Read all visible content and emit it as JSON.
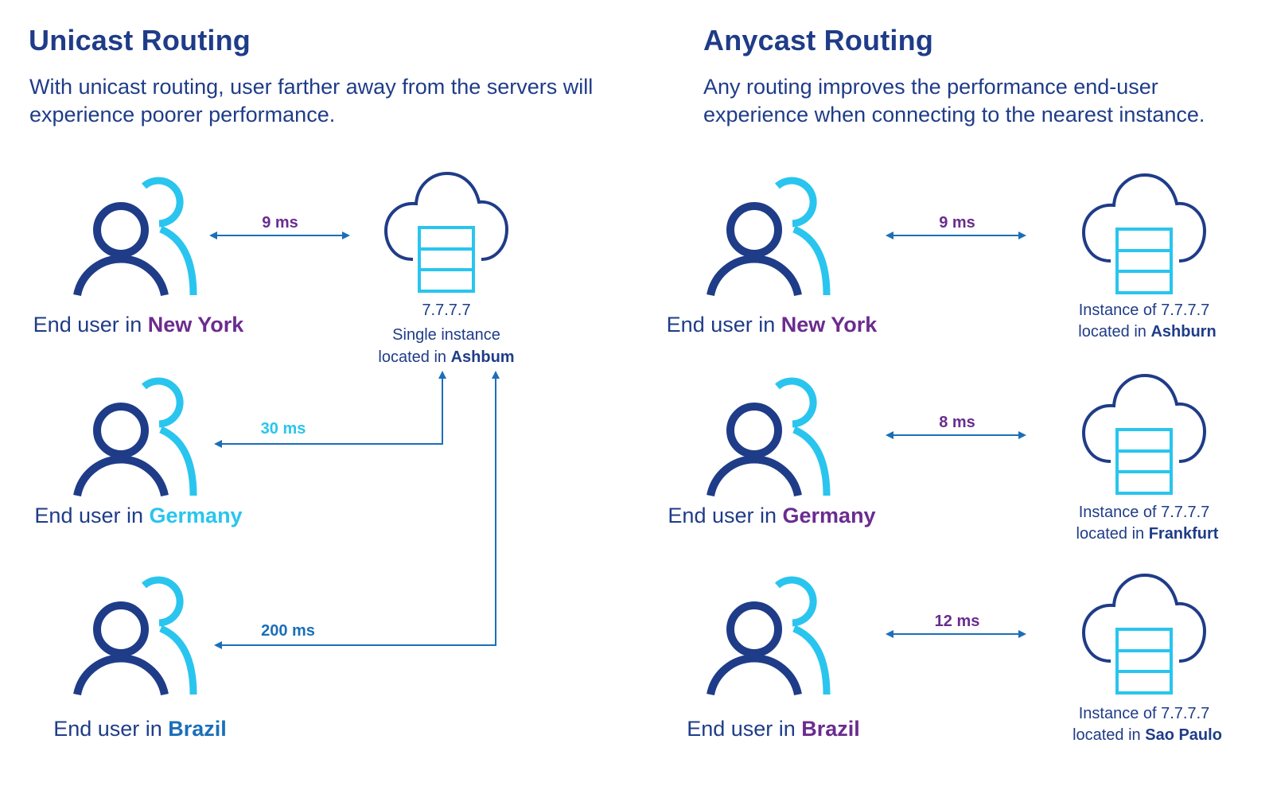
{
  "colors": {
    "navy": "#1f3c88",
    "cyan": "#29c5ee",
    "purple": "#6b2c8f",
    "blue": "#1b6fb8",
    "arrow": "#1b6fb8"
  },
  "icons": {
    "user": "user-group-icon",
    "server": "cloud-server-icon"
  },
  "unicast": {
    "title": "Unicast Routing",
    "description": "With unicast routing, user farther away from the servers will experience poorer performance.",
    "users": [
      {
        "prefix": "End user in ",
        "city": "New York",
        "city_color": "#6b2c8f",
        "latency": "9  ms",
        "latency_color": "#6b2c8f"
      },
      {
        "prefix": "End user in ",
        "city": "Germany",
        "city_color": "#29c5ee",
        "latency": "30 ms",
        "latency_color": "#29c5ee"
      },
      {
        "prefix": "End user in ",
        "city": "Brazil",
        "city_color": "#1b6fb8",
        "latency": "200 ms",
        "latency_color": "#1b6fb8"
      }
    ],
    "server": {
      "ip": "7.7.7.7",
      "line1": "Single instance",
      "line2_prefix": "located in ",
      "line2_place": "Ashbum"
    }
  },
  "anycast": {
    "title": "Anycast Routing",
    "description": "Any routing improves the performance end-user experience when connecting to the nearest instance.",
    "rows": [
      {
        "prefix": "End user in ",
        "city": "New York",
        "latency": "9  ms",
        "instance": "Instance of 7.7.7.7",
        "located_prefix": "located in ",
        "place": "Ashburn"
      },
      {
        "prefix": "End user in ",
        "city": "Germany",
        "latency": "8  ms",
        "instance": "Instance of 7.7.7.7",
        "located_prefix": "located in ",
        "place": "Frankfurt"
      },
      {
        "prefix": "End user in ",
        "city": "Brazil",
        "latency": "12  ms",
        "instance": "Instance of 7.7.7.7",
        "located_prefix": "located in ",
        "place": "Sao Paulo"
      }
    ],
    "city_color": "#6b2c8f",
    "latency_color": "#6b2c8f"
  }
}
